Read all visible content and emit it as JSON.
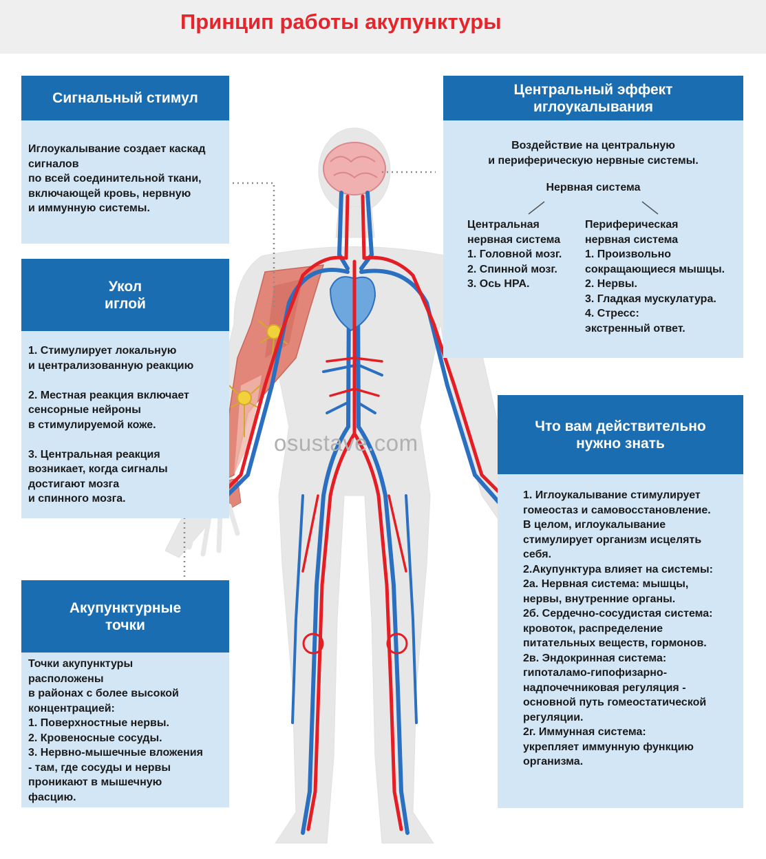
{
  "title": "Принцип работы акупунктуры",
  "watermark": "osustave.com",
  "panels": {
    "signal": {
      "title": "Сигнальный стимул",
      "lines": [
        "Иглоукалывание создает каскад",
        "сигналов",
        "по всей соединительной ткани,",
        "включающей кровь, нервную",
        "и иммунную системы."
      ]
    },
    "needle": {
      "title_lines": [
        "Укол",
        "иглой"
      ],
      "lines": [
        "1. Стимулирует локальную",
        "и централизованную реакцию",
        "",
        "2. Местная реакция включает",
        "сенсорные нейроны",
        "в стимулируемой коже.",
        "",
        "3. Центральная реакция",
        "возникает, когда сигналы",
        "достигают мозга",
        "и спинного мозга."
      ]
    },
    "points": {
      "title_lines": [
        "Акупунктурные",
        "точки"
      ],
      "lines": [
        "Точки акупунктуры",
        "расположены",
        "в районах с более высокой",
        "концентрацией:",
        "1. Поверхностные нервы.",
        "2. Кровеносные сосуды.",
        "3. Нервно-мышечные вложения",
        "- там, где сосуды и нервы",
        "проникают в мышечную",
        "фасцию."
      ]
    },
    "central": {
      "title_lines": [
        "Центральный эффект",
        "иглоукалывания"
      ],
      "intro": [
        "Воздействие на центральную",
        "и периферическую нервные системы."
      ],
      "nervous_system": "Нервная система",
      "cns": {
        "lines": [
          "Центральная",
          "нервная система",
          "1. Головной мозг.",
          "2. Спинной мозг.",
          "3. Ось HPA."
        ]
      },
      "pns": {
        "lines": [
          "Периферическая",
          "нервная система",
          "1. Произвольно",
          "сокращающиеся мышцы.",
          "2. Нервы.",
          "3. Гладкая мускулатура.",
          "4. Стресс:",
          "экстренный ответ."
        ]
      }
    },
    "know": {
      "title_lines": [
        "Что вам действительно",
        "нужно знать"
      ],
      "lines": [
        "1. Иглоукалывание стимулирует",
        "гомеостаз и самовосстановление.",
        "В целом, иглоукалывание",
        "стимулирует организм исцелять",
        "себя.",
        "2.Акупунктура влияет на системы:",
        "2а. Нервная система: мышцы,",
        "нервы, внутренние органы.",
        "2б. Сердечно-сосудистая система:",
        "кровоток, распределение",
        "питательных веществ, гормонов.",
        "2в. Эндокринная система:",
        "гипоталамо-гипофизарно-",
        "надпочечниковая регуляция -",
        "основной путь гомеостатической",
        "регуляции.",
        "2г. Иммунная система:",
        "укрепляет иммунную функцию",
        "организма."
      ]
    }
  },
  "colors": {
    "title_red": "#e5252c",
    "panel_blue": "#1a6db0",
    "panel_light": "#d2e6f5",
    "artery": "#e31e24",
    "vein": "#2a6fc0",
    "body": "#e7e7e7"
  }
}
